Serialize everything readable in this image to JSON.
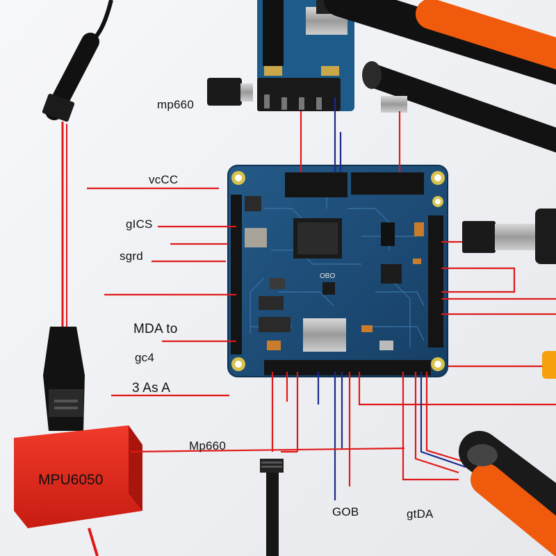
{
  "labels": {
    "top_mpu": "mp660",
    "vcc": "vcCC",
    "gics": "gICS",
    "sgrd": "sgrd",
    "mda": "MDA  to",
    "gc4": "gc4",
    "as": "3 As A",
    "mid_mpu": "Mp660",
    "gob": "GOB",
    "gtda": "gtDA",
    "module": "MPU6050",
    "chip_mark": "OBO"
  },
  "colors": {
    "background": "#f1f2f4",
    "board": "#1e4d78",
    "wire_red": "#e01818",
    "wire_blue": "#1c2a8c",
    "module": "#e6291c",
    "cable_orange": "#f05a0c"
  }
}
